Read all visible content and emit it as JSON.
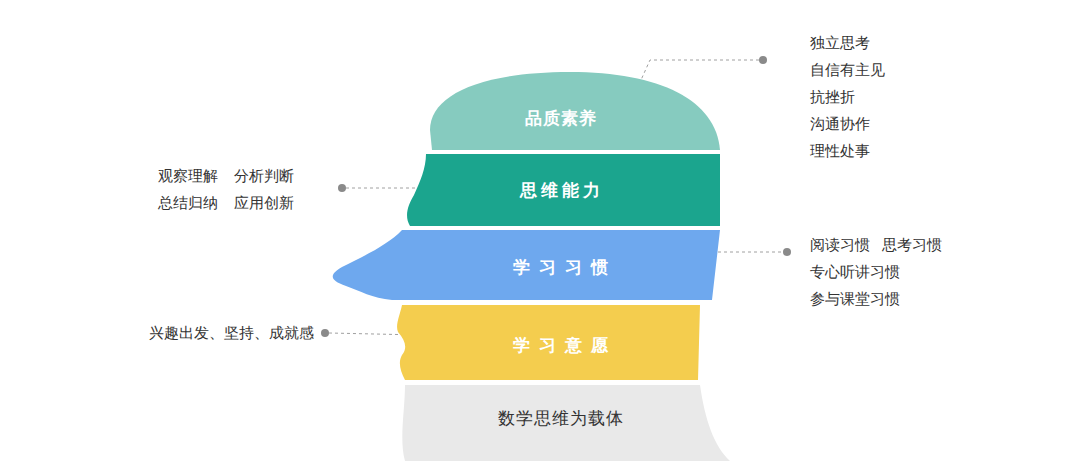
{
  "diagram": {
    "nodes": [
      {
        "text": [
          "品质素养"
        ]
      },
      {
        "text": [
          "思维能力"
        ]
      },
      {
        "text": [
          "学习习惯"
        ]
      },
      {
        "text": [
          "学习意愿"
        ]
      },
      {
        "text": [
          "数学思维为载体"
        ]
      }
    ],
    "labels": [
      "独立思考",
      "自信有主见",
      "抗挫折",
      "沟通协作",
      "理性处事",
      "观察理解",
      "分析判断",
      "总结归纳",
      "应用创新",
      "阅读习惯",
      "思考习惯",
      "专心听讲习惯",
      "参与课堂习惯",
      "兴趣出发、坚持、成就感"
    ]
  }
}
